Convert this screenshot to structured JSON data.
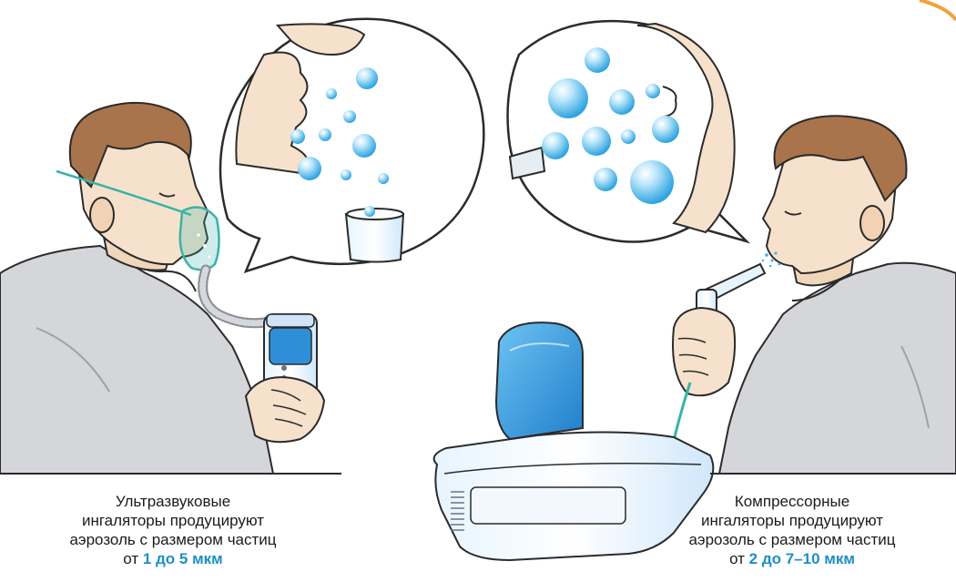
{
  "colors": {
    "skin": "#f6e2cc",
    "skin_shadow": "#e9c9a9",
    "hair": "#a9744b",
    "hair_dark": "#7e5333",
    "shirt": "#d4d6d9",
    "shirt_shadow": "#b3b6ba",
    "outline": "#2b2b2b",
    "mask": "#3bb3a6",
    "particle_light": "#e6f7ff",
    "particle_dark": "#3aaee4",
    "device_blue": "#2f8fd6",
    "device_light": "#e8f5ff",
    "accent_text": "#1d8fc4"
  },
  "left": {
    "caption_line1": "Ультразвуковые",
    "caption_line2": "ингаляторы продуцируют",
    "caption_line3": "аэрозоль с размером частиц",
    "caption_prefix": "от ",
    "caption_value": "1 до 5 мкм"
  },
  "right": {
    "caption_line1": "Компрессорные",
    "caption_line2": "ингаляторы продуцируют",
    "caption_line3": "аэрозоль с размером частиц",
    "caption_prefix": "от ",
    "caption_value": "2 до 7–10 мкм"
  }
}
